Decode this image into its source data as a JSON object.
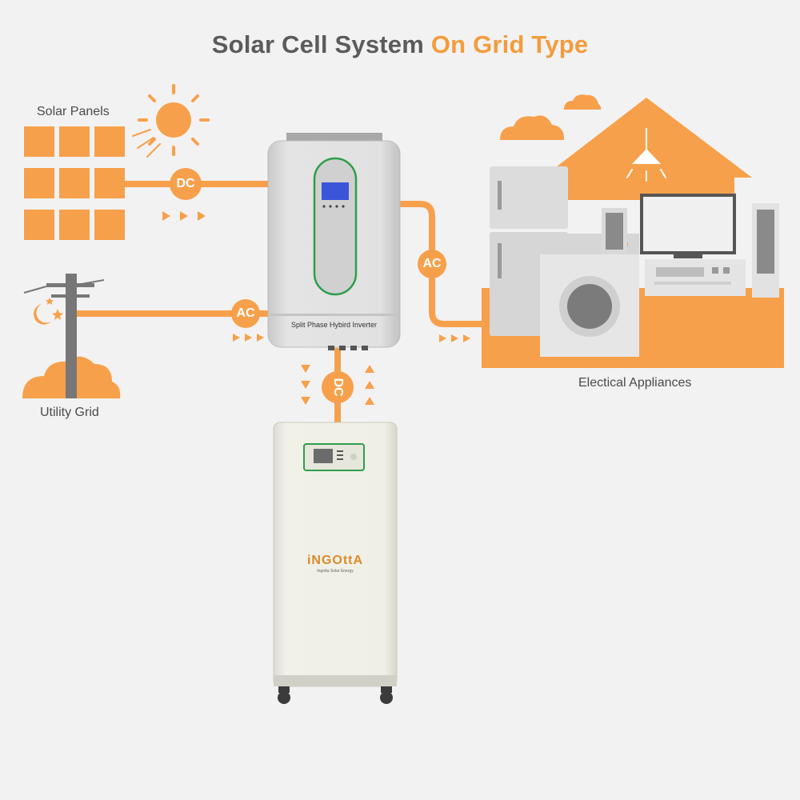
{
  "title": {
    "part1": "Solar Cell System",
    "part2": "On Grid Type"
  },
  "labels": {
    "solar_panels": "Solar Panels",
    "utility_grid": "Utility Grid",
    "appliances": "Electical Appliances"
  },
  "connections": {
    "dc_solar": "DC",
    "ac_grid": "AC",
    "ac_load": "AC",
    "dc_battery": "DC"
  },
  "inverter": {
    "label": "Split Phase Hybird Inverter"
  },
  "battery": {
    "brand": "iNGOttA",
    "brand_sub": "Ingotta Solar Energy"
  },
  "colors": {
    "accent": "#f7a04b",
    "accent_dark": "#f39c3d",
    "text": "#5b5b5b",
    "inverter_green": "#2e9e4b",
    "lcd": "#3a55d8"
  }
}
